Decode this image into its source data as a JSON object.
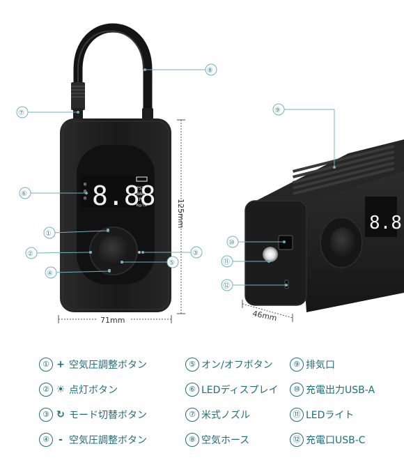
{
  "dimensions": {
    "width_label": "71mm",
    "height_label": "125mm",
    "depth_label": "46mm"
  },
  "lcd": {
    "digits": "8.88",
    "units": [
      "PSI",
      "BAR",
      "KPA",
      "Kg/cm²"
    ]
  },
  "callouts": [
    {
      "num": "①"
    },
    {
      "num": "②"
    },
    {
      "num": "③"
    },
    {
      "num": "④"
    },
    {
      "num": "⑤"
    },
    {
      "num": "⑥"
    },
    {
      "num": "⑦"
    },
    {
      "num": "⑧"
    },
    {
      "num": "⑨"
    },
    {
      "num": "⑩"
    },
    {
      "num": "⑪"
    },
    {
      "num": "⑫"
    }
  ],
  "legend": [
    {
      "num": "①",
      "icon": "plus-icon",
      "glyph": "+",
      "label": "空気圧調整ボタン"
    },
    {
      "num": "②",
      "icon": "sun-icon",
      "glyph": "☀",
      "label": "点灯ボタン"
    },
    {
      "num": "③",
      "icon": "cycle-icon",
      "glyph": "↻",
      "label": "モード切替ボタン"
    },
    {
      "num": "④",
      "icon": "minus-icon",
      "glyph": "-",
      "label": "空気圧調整ボタン"
    },
    {
      "num": "⑤",
      "icon": "",
      "glyph": "",
      "label": "オン/オフボタン"
    },
    {
      "num": "⑥",
      "icon": "",
      "glyph": "",
      "label": "LEDディスプレイ"
    },
    {
      "num": "⑦",
      "icon": "",
      "glyph": "",
      "label": "米式ノズル"
    },
    {
      "num": "⑧",
      "icon": "",
      "glyph": "",
      "label": "空気ホース"
    },
    {
      "num": "⑨",
      "icon": "",
      "glyph": "",
      "label": "排気口"
    },
    {
      "num": "⑩",
      "icon": "",
      "glyph": "",
      "label": "充電出力USB-A"
    },
    {
      "num": "⑪",
      "icon": "",
      "glyph": "",
      "label": "LEDライト"
    },
    {
      "num": "⑫",
      "icon": "",
      "glyph": "",
      "label": "充電口USB-C"
    }
  ],
  "colors": {
    "accent": "#1f6e79",
    "callout_line": "#6fb3bd",
    "device": "#1c1c1c"
  }
}
